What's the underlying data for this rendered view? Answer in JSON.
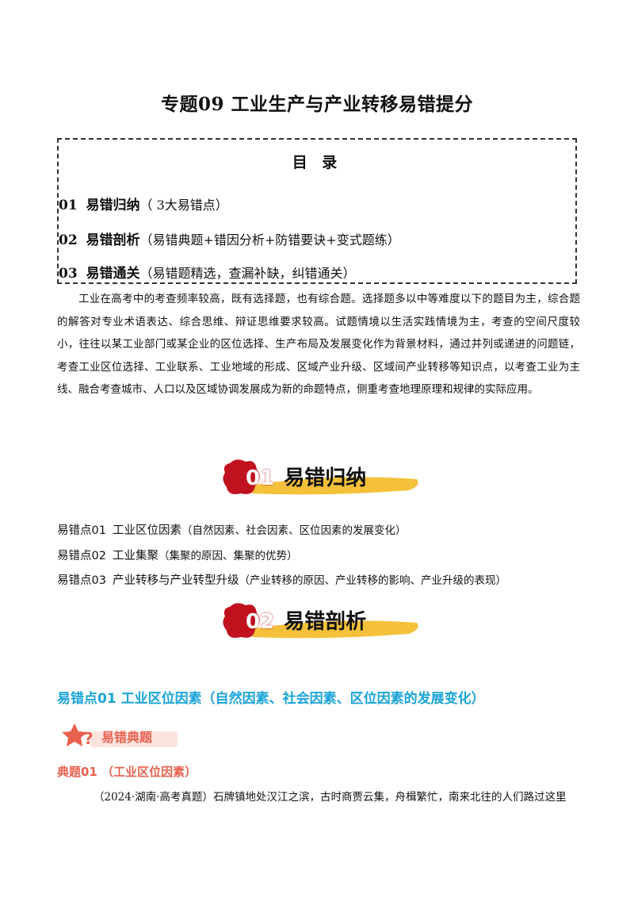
{
  "title": "专题09  工业生产与产业转移易错提分",
  "toc": {
    "heading": "目 录",
    "items": [
      {
        "num": "01",
        "main": "易错归纳",
        "sub": "（ 3大易错点）"
      },
      {
        "num": "02",
        "main": "易错剖析",
        "sub": "（易错典题+错因分析+防错要诀+变式题练）"
      },
      {
        "num": "03",
        "main": "易错通关",
        "sub": "（易错题精选，查漏补缺，纠错通关）"
      }
    ]
  },
  "intro": "工业在高考中的考查频率较高，既有选择题，也有综合题。选择题多以中等难度以下的题目为主，综合题的解答对专业术语表达、综合思维、辩证思维要求较高。试题情境以生活实践情境为主，考查的空间尺度较小，往往以某工业部门或某企业的区位选择、生产布局及发展变化作为背景材料，通过并列或递进的问题链，考查工业区位选择、工业联系、工业地域的形成、区域产业升级、区域间产业转移等知识点，以考查工业为主线、融合考查城市、人口以及区域协调发展成为新的命题特点，侧重考查地理原理和规律的实际应用。",
  "banners": [
    {
      "num": "01",
      "label": "易错归纳"
    },
    {
      "num": "02",
      "label": "易错剖析"
    }
  ],
  "points": [
    {
      "label": "易错点01",
      "title": "工业区位因素",
      "desc": "（自然因素、社会因素、区位因素的发展变化）"
    },
    {
      "label": "易错点02",
      "title": "工业集聚",
      "desc": "（集聚的原因、集聚的优势）"
    },
    {
      "label": "易错点03",
      "title": "产业转移与产业转型升级",
      "desc": "（产业转移的原因、产业转移的影响、产业升级的表现）"
    }
  ],
  "section_head": "易错点01  工业区位因素（自然因素、社会因素、区位因素的发展变化）",
  "sub_banner": {
    "label": "易错典题"
  },
  "example_head": "典题01  （工业区位因素）",
  "question": "（2024·湖南·高考真题）石牌镇地处汉江之滨，古时商贾云集，舟楫繁忙，南来北往的人们路过这里",
  "colors": {
    "section": "#1aa3d9",
    "example": "#e8604e",
    "banner_red": "#c0111e",
    "banner_yellow": "#f5c13a"
  }
}
